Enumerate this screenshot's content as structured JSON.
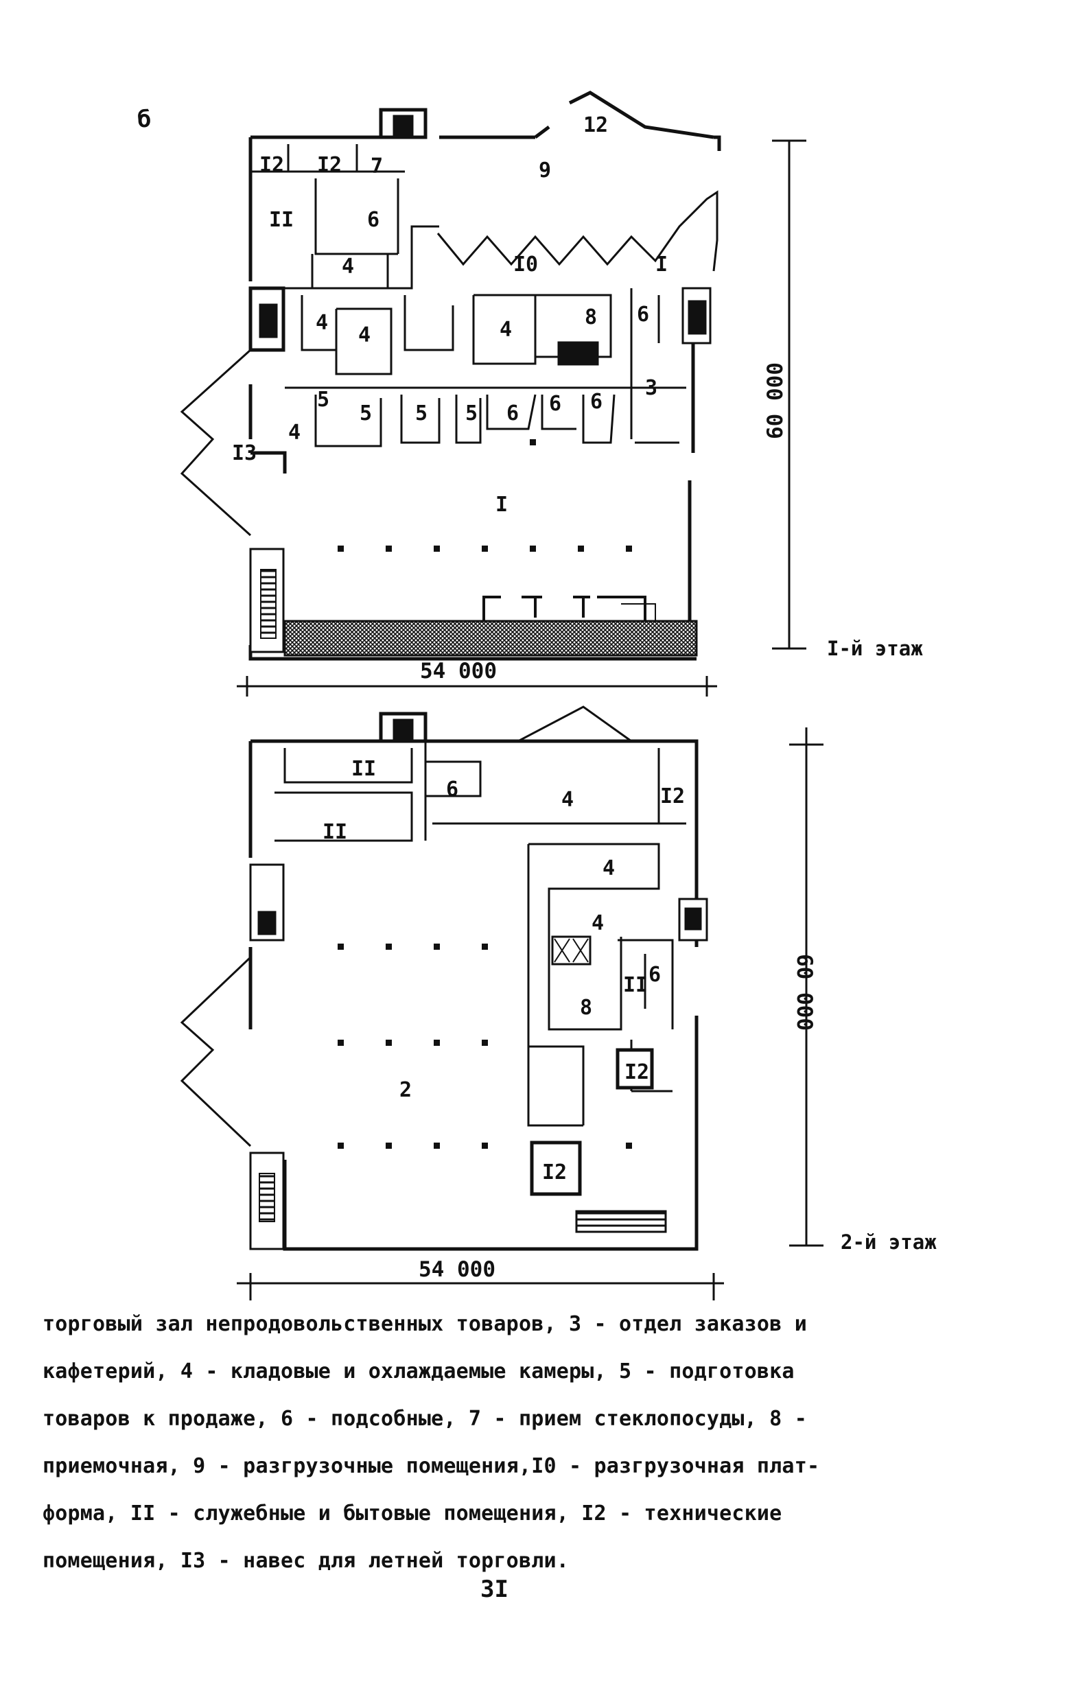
{
  "figure_letter": "б",
  "floor1": {
    "title": "I-й этаж",
    "width_dim": "54 000",
    "height_dim": "60 000",
    "room_labels": [
      "I2",
      "I2",
      "7",
      "12",
      "9",
      "II",
      "6",
      "4",
      "I0",
      "I",
      "4",
      "4",
      "4",
      "8",
      "6",
      "3",
      "5",
      "5",
      "5",
      "5",
      "6",
      "6",
      "6",
      "4",
      "I3",
      "I"
    ]
  },
  "floor2": {
    "title": "2-й этаж",
    "width_dim": "54 000",
    "height_dim": "60 000",
    "room_labels": [
      "II",
      "6",
      "4",
      "I2",
      "II",
      "4",
      "4",
      "8",
      "II",
      "6",
      "2",
      "I2",
      "I2"
    ]
  },
  "caption": {
    "lines": [
      "торговый зал непродовольственных товаров, 3  - отдел заказов и",
      "кафетерий, 4  - кладовые и охлаждаемые камеры, 5  - подготовка",
      "товаров к продаже, 6  - подсобные, 7 - прием стеклопосуды, 8 -",
      "приемочная, 9 - разгрузочные помещения,I0 - разгрузочная плат-",
      "форма, II  -  служебные и бытовые помещения, I2  - технические",
      "помещения, I3 - навес для летней торговли."
    ]
  },
  "page_number": "3I"
}
